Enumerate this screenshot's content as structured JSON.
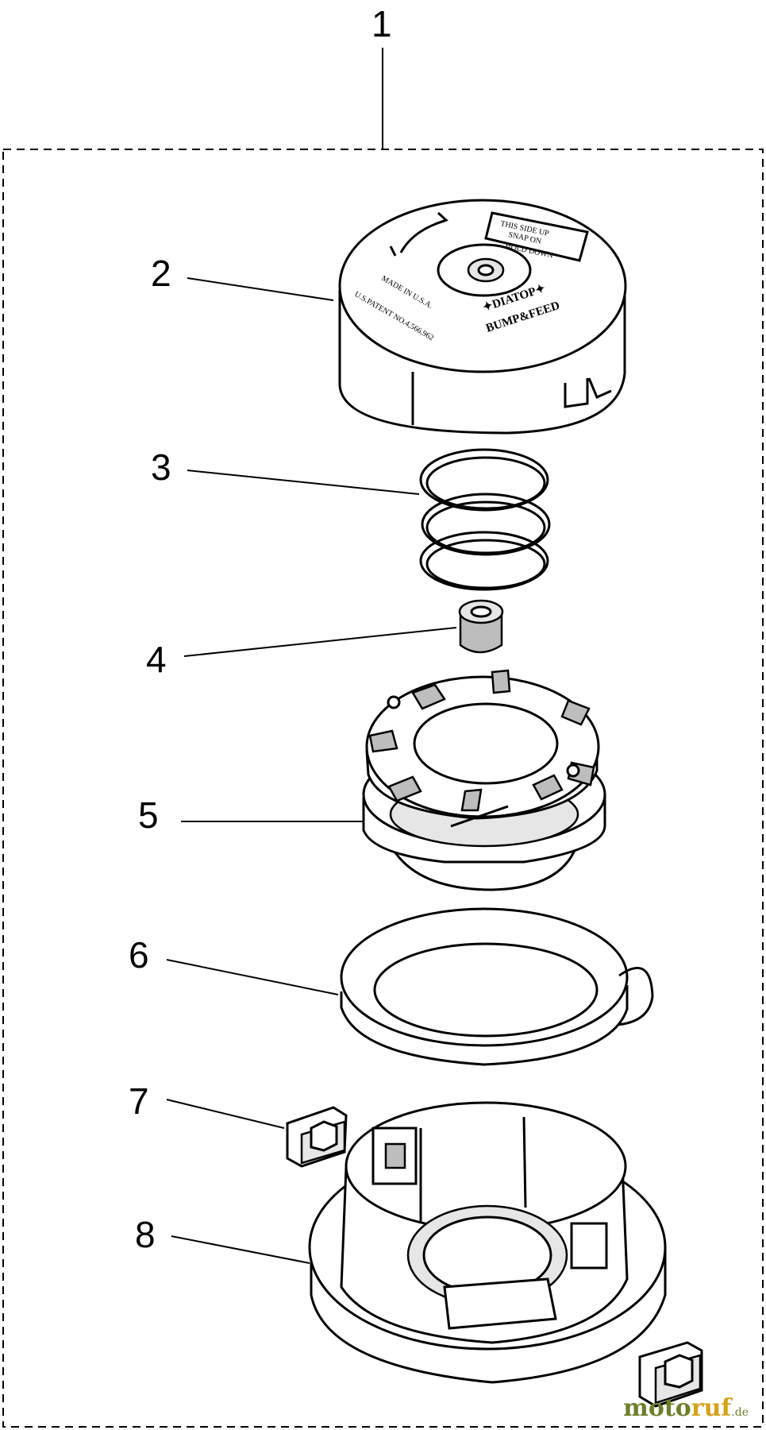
{
  "callouts": [
    "1",
    "2",
    "3",
    "4",
    "5",
    "6",
    "7",
    "8"
  ],
  "cap_labels": {
    "brand_top": "✦DIATOP✦",
    "brand_bottom": "BUMP&FEED",
    "patent": "U.S.PATENT NO.4,566,962",
    "made": "MADE IN U.S.A.",
    "sticker_1": "THIS SIDE UP",
    "sticker_2": "SNAP ON",
    "sticker_3": "HOLD DOWN"
  },
  "watermark": {
    "part1": "moto",
    "part2": "ruf",
    "suffix": ".de"
  }
}
